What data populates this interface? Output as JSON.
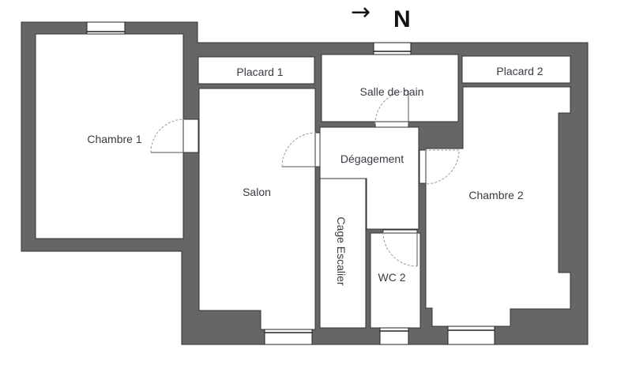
{
  "compass": {
    "arrow": "→",
    "label": "N"
  },
  "rooms": {
    "chambre1": "Chambre 1",
    "placard1": "Placard 1",
    "salle_de_bain": "Salle de bain",
    "placard2": "Placard 2",
    "degagement": "Dégagement",
    "salon": "Salon",
    "chambre2": "Chambre 2",
    "cage_escalier": "Cage Escalier",
    "wc2": "WC 2"
  },
  "colors": {
    "wall": "#666666",
    "outline": "#333333",
    "background": "#ffffff",
    "label_text": "#3a3a44",
    "door_swing": "#9a9a9a"
  }
}
